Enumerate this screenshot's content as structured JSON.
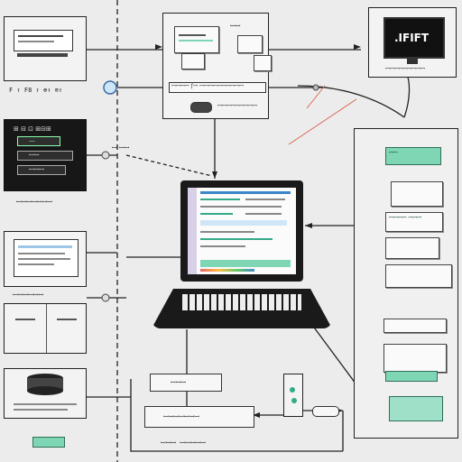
{
  "left_panel": {
    "caption_1": "F ↑ F8 ↑ ⊕↑ ≋↑",
    "dark_title": "⊞ ⊟ ⊡ ⊞⊟⊞",
    "dark_btn_1": "—",
    "dark_btn_2": "ꟷꟷ",
    "dark_btn_3": "ꟷꟷꟷ",
    "caption_2": "ꟷꟷꟷꟷꟷꟷꟷ",
    "caption_3": "ꟷꟷꟷꟷꟷꟷ"
  },
  "top_center": {
    "label": "ꟷꟷ",
    "bar_text": "ꟷꟷꟷꟷ Ꞅꟷ ꟷꟷꟷꟷꟷꟷꟷꟷꟷꟷ",
    "bar_text_2": "ꟷꟷꟷꟷꟷꟷꟷꟷꟷ"
  },
  "top_right_monitor": {
    "brand": ".IFIFT",
    "subtitle": "ꟷꟷꟷꟷꟷꟷꟷꟷꟷ"
  },
  "mid_caption": "ꟷ ꟷꟷ",
  "bottom": {
    "label_1": "ꟷꟷꟷ",
    "label_2": "ꟷꟷꟷꟷꟷꟷꟷ",
    "caption": "ꟷꟷꟷ ꟷꟷꟷꟷꟷ"
  },
  "right_panel": {
    "card_text": "ꟷꟷꟷꟷ ꟷꟷꟷ",
    "card_text_2": "ꟷꟷ"
  },
  "colors": {
    "accent_teal": "#7fd6b5",
    "dark_bg": "#171717",
    "line": "#222222",
    "red_arrow": "#d7614f"
  }
}
